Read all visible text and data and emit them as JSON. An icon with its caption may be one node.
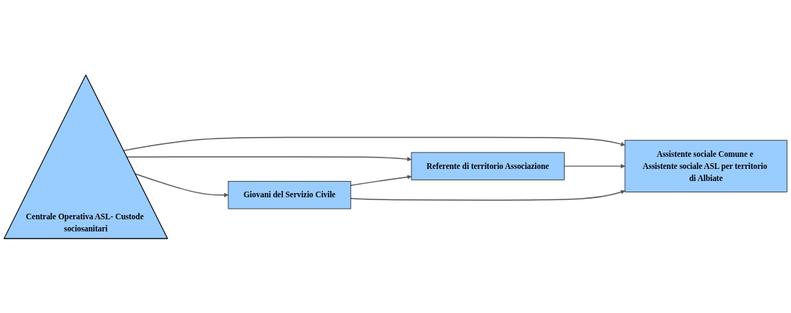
{
  "diagram": {
    "nodes": [
      {
        "text": [
          "Centrale Operativa ASL- Custode sociosanitari"
        ]
      },
      {
        "text": [
          "Assistente sociale Comune e Assistente sociale ASL per territorio di Albiate"
        ]
      },
      {
        "text": [
          "Referente di territorio Associazione"
        ]
      },
      {
        "text": [
          "Giovani del Servizio Civile"
        ]
      }
    ],
    "edges": [
      {
        "from": 0,
        "to": 1,
        "arrow": "to"
      },
      {
        "from": 0,
        "to": 2,
        "arrow": "to"
      },
      {
        "from": 0,
        "to": 3,
        "arrow": "to"
      },
      {
        "from": 3,
        "to": 2,
        "arrow": "to"
      },
      {
        "from": 2,
        "to": 1,
        "arrow": "to"
      },
      {
        "from": 3,
        "to": 1,
        "arrow": "to"
      }
    ]
  }
}
